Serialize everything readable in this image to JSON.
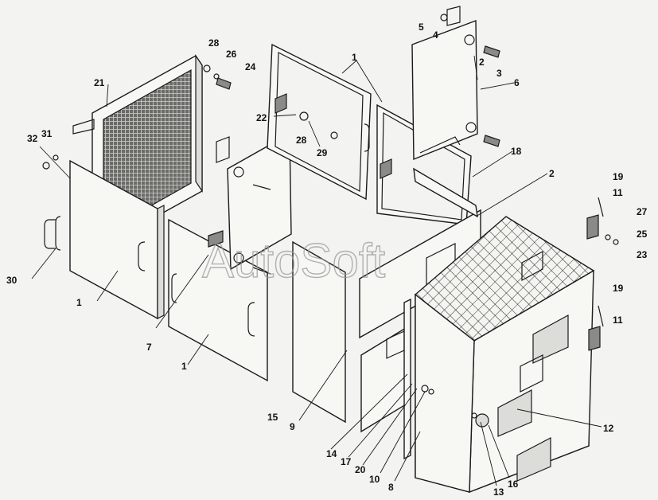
{
  "watermark": "AutoSoft",
  "callouts": [
    "1",
    "2",
    "3",
    "4",
    "5",
    "6",
    "7",
    "8",
    "9",
    "10",
    "11",
    "12",
    "13",
    "14",
    "15",
    "16",
    "17",
    "18",
    "19",
    "20",
    "21",
    "22",
    "23",
    "24",
    "25",
    "26",
    "27",
    "28",
    "29",
    "30",
    "31",
    "32"
  ]
}
